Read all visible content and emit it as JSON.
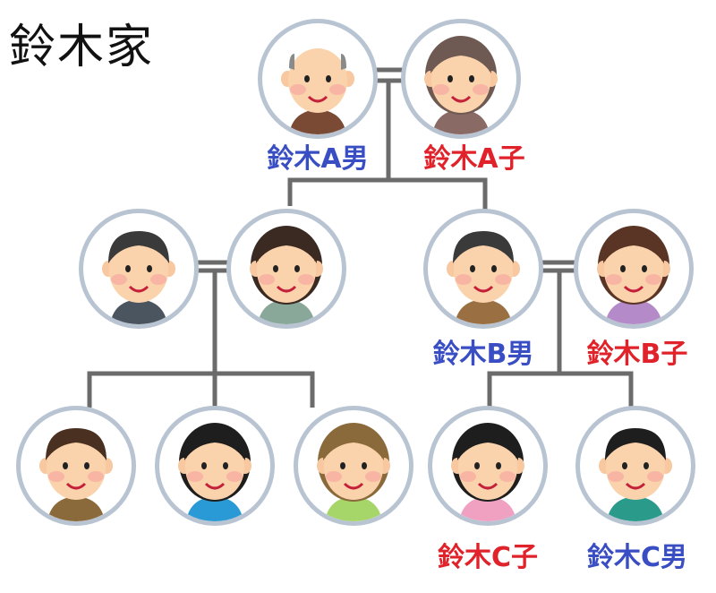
{
  "title": "鈴木家",
  "colors": {
    "male": "#3a4ec4",
    "female": "#e0222a",
    "line": "#6b6b6b",
    "ring": "#b9c4d3"
  },
  "people": [
    {
      "id": "a-otoko",
      "label": "鈴木A男",
      "gender": "male",
      "hair": "#8a8a8a",
      "clothes": "#7a4a35",
      "icon": "grandfather-icon"
    },
    {
      "id": "a-ko",
      "label": "鈴木A子",
      "gender": "female",
      "hair": "#6e5a52",
      "clothes": "#8a6a64",
      "icon": "grandmother-icon"
    },
    {
      "id": "gen2-1",
      "label": "",
      "gender": "male",
      "hair": "#3a3a3a",
      "clothes": "#4a5560",
      "icon": "man-with-glasses-icon"
    },
    {
      "id": "gen2-2",
      "label": "",
      "gender": "female",
      "hair": "#3a2a22",
      "clothes": "#8aa89a",
      "icon": "woman-icon"
    },
    {
      "id": "b-otoko",
      "label": "鈴木B男",
      "gender": "male",
      "hair": "#3a3a3a",
      "clothes": "#9a7042",
      "icon": "man-icon"
    },
    {
      "id": "b-ko",
      "label": "鈴木B子",
      "gender": "female",
      "hair": "#5a3526",
      "clothes": "#b48ac8",
      "icon": "woman-icon"
    },
    {
      "id": "gen3-1",
      "label": "",
      "gender": "male",
      "hair": "#4a3020",
      "clothes": "#8a6a3a",
      "icon": "boy-icon"
    },
    {
      "id": "gen3-2",
      "label": "",
      "gender": "female",
      "hair": "#1e1e1e",
      "clothes": "#2a9ad6",
      "icon": "girl-icon"
    },
    {
      "id": "gen3-3",
      "label": "",
      "gender": "female",
      "hair": "#8a6a3a",
      "clothes": "#a6d66a",
      "icon": "girl-icon"
    },
    {
      "id": "c-ko",
      "label": "鈴木C子",
      "gender": "female",
      "hair": "#1e1e1e",
      "clothes": "#f0a0c0",
      "icon": "girl-icon"
    },
    {
      "id": "c-otoko",
      "label": "鈴木C男",
      "gender": "male",
      "hair": "#1e1e1e",
      "clothes": "#2a9a8a",
      "icon": "boy-icon"
    }
  ]
}
